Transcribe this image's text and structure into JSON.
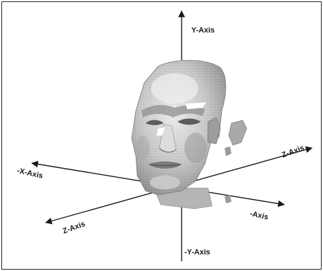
{
  "figure": {
    "axis_labels": {
      "y_pos": "Y-Axis",
      "y_neg": "-Y-Axis",
      "x_neg": "-X-Axis",
      "x_pos": "-Axis",
      "z_pos": "Z-Axis",
      "z_neg": "Z-Axis"
    },
    "subject": "3d-face-mesh-scan",
    "colors": {
      "axis": "#1a1a1a",
      "mesh_light": "#d9d9d9",
      "mesh_mid": "#a8a8a8",
      "mesh_dark": "#6e6e6e"
    }
  }
}
